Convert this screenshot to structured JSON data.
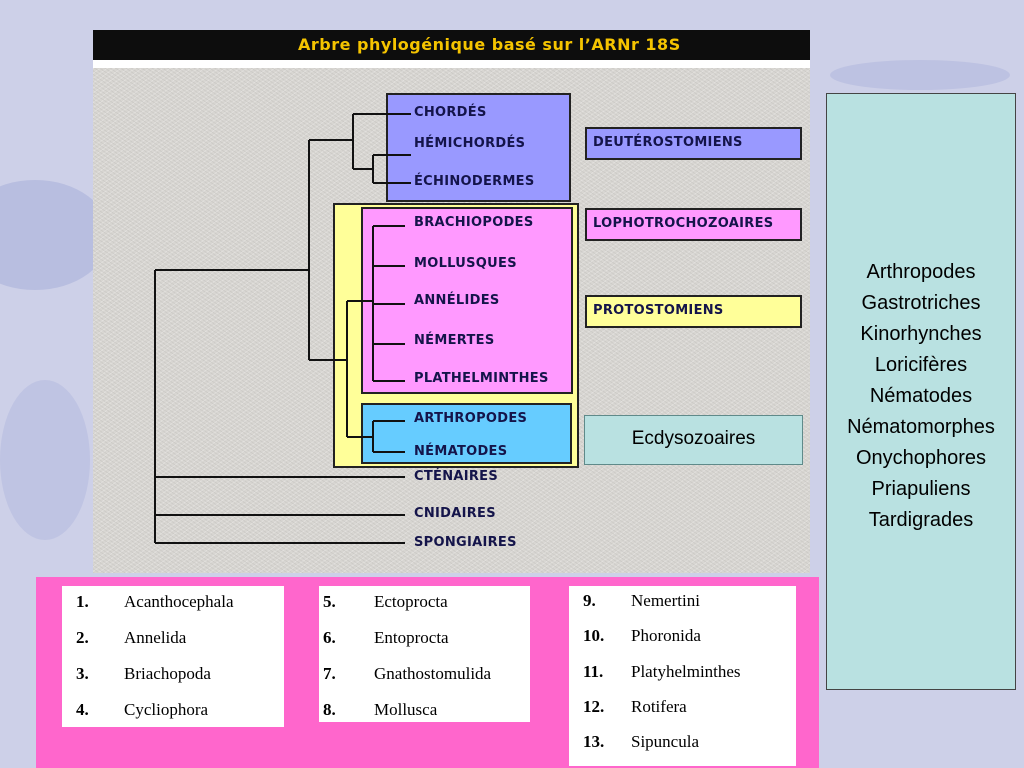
{
  "figure": {
    "title_prefix": "FIGURE 3",
    "title": "Arbre phylogénique basé sur l’ARNr 18S",
    "leaves": {
      "chordes": "CHORDÉS",
      "hemichordes": "HÉMICHORDÉS",
      "echinodermes": "ÉCHINODERMES",
      "brachiopodes": "BRACHIOPODES",
      "mollusques": "MOLLUSQUES",
      "annelides": "ANNÉLIDES",
      "nemertes": "NÉMERTES",
      "plathelminthes": "PLATHELMINTHES",
      "arthropodes": "ARTHROPODES",
      "nematodes": "NÉMATODES",
      "cnetaires": "CTÉNAIRES",
      "cnidaires": "CNIDAIRES",
      "spongiaires": "SPONGIAIRES"
    },
    "group_labels": {
      "deuterostomiens": "DEUTÉROSTOMIENS",
      "lophotrochozoaires": "LOPHOTROCHOZOAIRES",
      "protostomiens": "PROTOSTOMIENS"
    },
    "colors": {
      "deuterostomes": "#9999ff",
      "lophotrochozoa": "#ff99ff",
      "protostomes": "#ffff99",
      "ecdysozoa": "#66ccff"
    }
  },
  "ecdysozoaires_label": "Ecdysozoaires",
  "ecdysozoa_groups": [
    "Arthropodes",
    "Gastrotriches",
    "Kinorhynches",
    "Loricifères",
    "Nématodes",
    "Nématomorphes",
    "Onychophores",
    "Priapuliens",
    "Tardigrades"
  ],
  "phyla_tables": [
    [
      {
        "num": "1.",
        "name": "Acanthocephala"
      },
      {
        "num": "2.",
        "name": "Annelida"
      },
      {
        "num": "3.",
        "name": "Briachopoda"
      },
      {
        "num": "4.",
        "name": "Cycliophora"
      }
    ],
    [
      {
        "num": "5.",
        "name": "Ectoprocta"
      },
      {
        "num": "6.",
        "name": "Entoprocta"
      },
      {
        "num": "7.",
        "name": "Gnathostomulida"
      },
      {
        "num": "8.",
        "name": "Mollusca"
      }
    ],
    [
      {
        "num": "9.",
        "name": "Nemertini"
      },
      {
        "num": "10.",
        "name": "Phoronida"
      },
      {
        "num": "11.",
        "name": "Platyhelminthes"
      },
      {
        "num": "12.",
        "name": "Rotifera"
      },
      {
        "num": "13.",
        "name": "Sipuncula"
      }
    ]
  ]
}
